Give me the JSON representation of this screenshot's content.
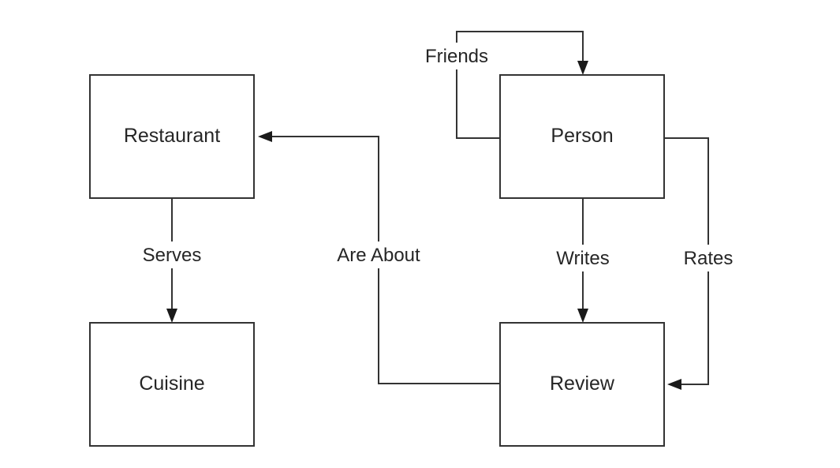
{
  "nodes": {
    "restaurant": "Restaurant",
    "person": "Person",
    "cuisine": "Cuisine",
    "review": "Review"
  },
  "edges": {
    "serves": "Serves",
    "are_about": "Are About",
    "writes": "Writes",
    "rates": "Rates",
    "friends": "Friends"
  },
  "colors": {
    "stroke": "#333333",
    "text": "#262626",
    "background": "#ffffff"
  }
}
